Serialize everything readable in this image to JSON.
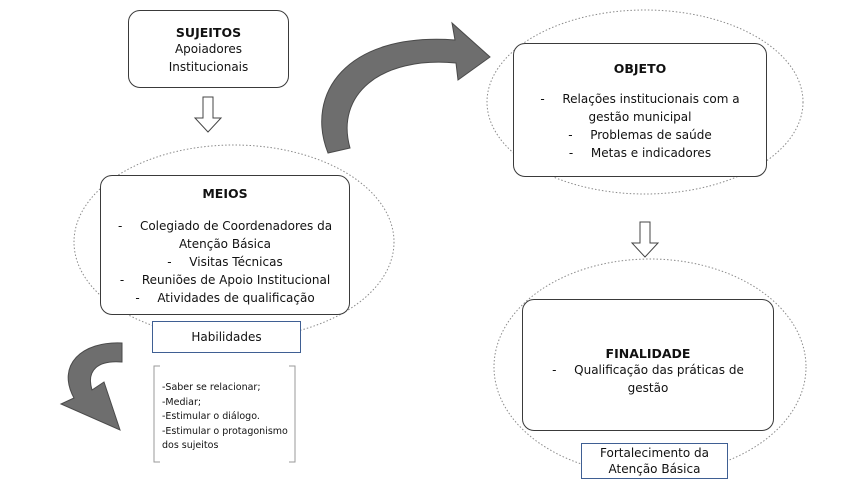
{
  "sujeitos": {
    "title": "SUJEITOS",
    "lines": [
      "Apoiadores",
      "Institucionais"
    ]
  },
  "objeto": {
    "title": "OBJETO",
    "items": [
      "Relações institucionais com a",
      "gestão municipal",
      "Problemas de saúde",
      "Metas e indicadores"
    ]
  },
  "meios": {
    "title": "MEIOS",
    "items": [
      "Colegiado de Coordenadores da",
      "Atenção Básica",
      "Visitas Técnicas",
      "Reuniões de Apoio Institucional",
      "Atividades de qualificação"
    ]
  },
  "habilidades": {
    "label": "Habilidades",
    "items": [
      "-Saber se relacionar;",
      "-Mediar;",
      "-Estimular o diálogo.",
      "-Estimular o protagonismo",
      "dos sujeitos"
    ]
  },
  "finalidade": {
    "title": "FINALIDADE",
    "items": [
      "Qualificação das práticas de",
      "gestão"
    ]
  },
  "fortalecimento": {
    "lines": [
      "Fortalecimento da",
      "Atenção Básica"
    ]
  },
  "colors": {
    "box_border": "#3a3a3a",
    "label_border": "#3f5f93",
    "ellipse_stroke": "#8a8a8a",
    "curved_arrow_fill": "#6e6e6e"
  }
}
